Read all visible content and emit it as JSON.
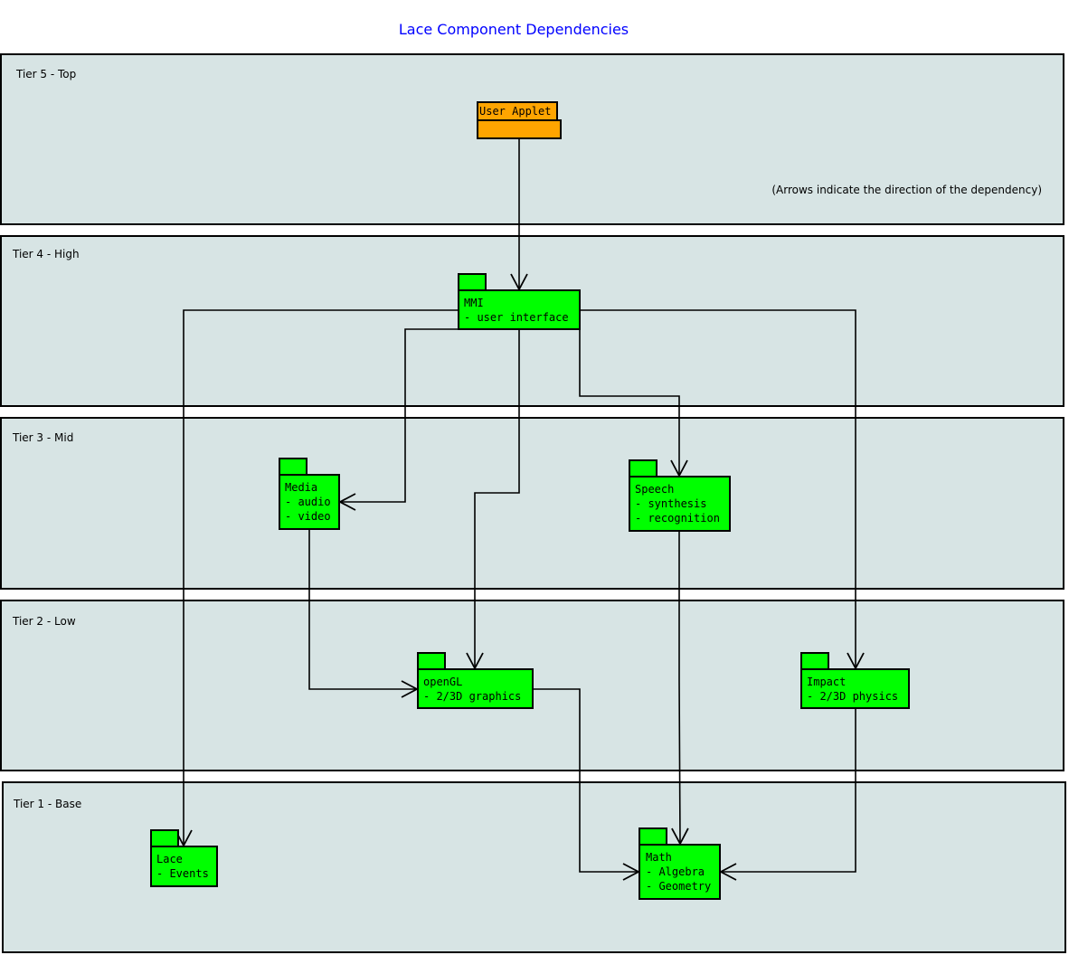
{
  "title": "Lace Component Dependencies",
  "note": "(Arrows indicate the direction of the dependency)",
  "colors": {
    "tier_bg": "#d7e4e4",
    "package": "#00ff00",
    "applet": "#ffa500",
    "title": "#0000ff"
  },
  "tiers": [
    {
      "label": "Tier 5 - Top"
    },
    {
      "label": "Tier 4 - High"
    },
    {
      "label": "Tier 3 - Mid"
    },
    {
      "label": "Tier 2 - Low"
    },
    {
      "label": "Tier 1 - Base"
    }
  ],
  "packages": {
    "applet": {
      "name": "User Applet",
      "lines": []
    },
    "mmi": {
      "name": "MMI",
      "lines": [
        "- user interface"
      ]
    },
    "media": {
      "name": "Media",
      "lines": [
        "- audio",
        "- video"
      ]
    },
    "speech": {
      "name": "Speech",
      "lines": [
        "- synthesis",
        "- recognition"
      ]
    },
    "opengl": {
      "name": "openGL",
      "lines": [
        "- 2/3D graphics"
      ]
    },
    "impact": {
      "name": "Impact",
      "lines": [
        "- 2/3D physics"
      ]
    },
    "lace": {
      "name": "Lace",
      "lines": [
        "- Events"
      ]
    },
    "math": {
      "name": "Math",
      "lines": [
        "- Algebra",
        "- Geometry"
      ]
    }
  },
  "dependencies": [
    {
      "from": "User Applet",
      "to": "MMI"
    },
    {
      "from": "MMI",
      "to": "Lace"
    },
    {
      "from": "MMI",
      "to": "Media"
    },
    {
      "from": "MMI",
      "to": "openGL"
    },
    {
      "from": "MMI",
      "to": "Speech"
    },
    {
      "from": "MMI",
      "to": "Impact"
    },
    {
      "from": "Media",
      "to": "openGL"
    },
    {
      "from": "openGL",
      "to": "Math"
    },
    {
      "from": "Speech",
      "to": "Math"
    },
    {
      "from": "Impact",
      "to": "Math"
    }
  ]
}
